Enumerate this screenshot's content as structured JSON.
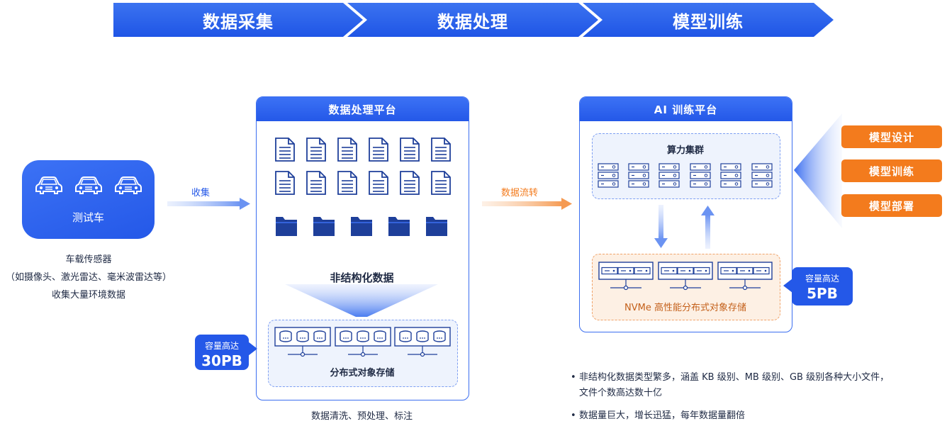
{
  "stages": [
    "数据采集",
    "数据处理",
    "模型训练"
  ],
  "car": {
    "label": "测试车",
    "desc": [
      "车载传感器",
      "（如摄像头、激光雷达、毫米波雷达等）",
      "收集大量环境数据"
    ]
  },
  "flow1_label": "收集",
  "flow2_label": "数据流转",
  "processing": {
    "title": "数据处理平台",
    "unstructured_label": "非结构化数据",
    "storage_label": "分布式对象存储",
    "capacity": {
      "line1": "容量高达",
      "line2": "30PB"
    },
    "footer": "数据清洗、预处理、标注"
  },
  "training": {
    "title": "AI 训练平台",
    "cluster_label": "算力集群",
    "storage_label": "NVMe 高性能分布式对象存储",
    "capacity": {
      "line1": "容量高达",
      "line2": "5PB"
    }
  },
  "tasks": [
    "模型设计",
    "模型训练",
    "模型部署"
  ],
  "notes": [
    {
      "line1": "非结构化数据类型繁多，涵盖 KB 级别、MB 级别、GB 级别各种大小文件，",
      "line2": "文件个数高达数十亿"
    },
    {
      "line1": "数据量巨大，增长迅猛，每年数据量翻倍"
    }
  ],
  "colors": {
    "primary": "#2458e8",
    "accent": "#f37b1d",
    "light_blue": "#eef3fd",
    "light_orange": "#fdf0e4"
  }
}
